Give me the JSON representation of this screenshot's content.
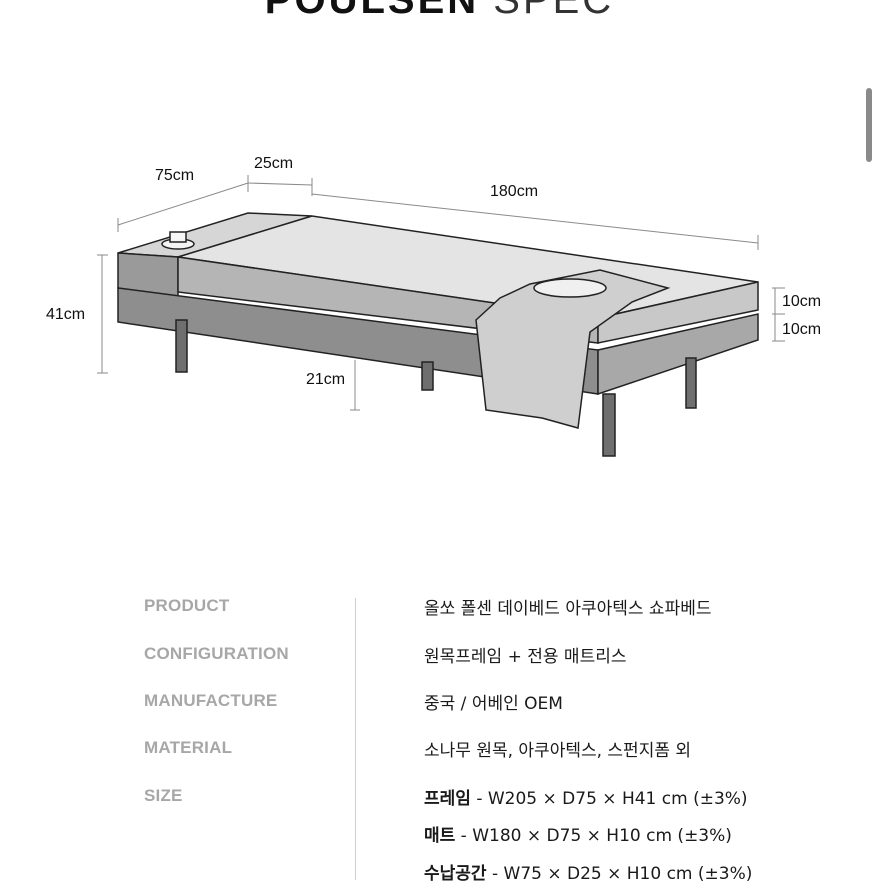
{
  "header": {
    "title_bold": "POULSEN",
    "title_light": "SPEC"
  },
  "diagram": {
    "dimensions": {
      "depth": "75cm",
      "side_table_width": "25cm",
      "length": "180cm",
      "height": "41cm",
      "mattress_height": "10cm",
      "frame_height": "10cm",
      "leg_height": "21cm"
    }
  },
  "specs": {
    "rows": [
      {
        "label": "PRODUCT",
        "value": "올쏘 폴센 데이베드 아쿠아텍스 쇼파베드"
      },
      {
        "label": "CONFIGURATION",
        "value": "원목프레임 + 전용 매트리스"
      },
      {
        "label": "MANUFACTURE",
        "value": "중국 / 어베인 OEM"
      },
      {
        "label": "MATERIAL",
        "value": "소나무 원목, 아쿠아텍스, 스펀지폼 외"
      },
      {
        "label": "SIZE",
        "value": ""
      }
    ],
    "sizes": [
      {
        "name": "프레임",
        "value": " - W205 × D75 × H41 cm (±3%)"
      },
      {
        "name": "매트",
        "value": " - W180 × D75 × H10 cm (±3%)"
      },
      {
        "name": "수납공간",
        "value": " - W75 × D25 × H10 cm (±3%)"
      }
    ]
  }
}
